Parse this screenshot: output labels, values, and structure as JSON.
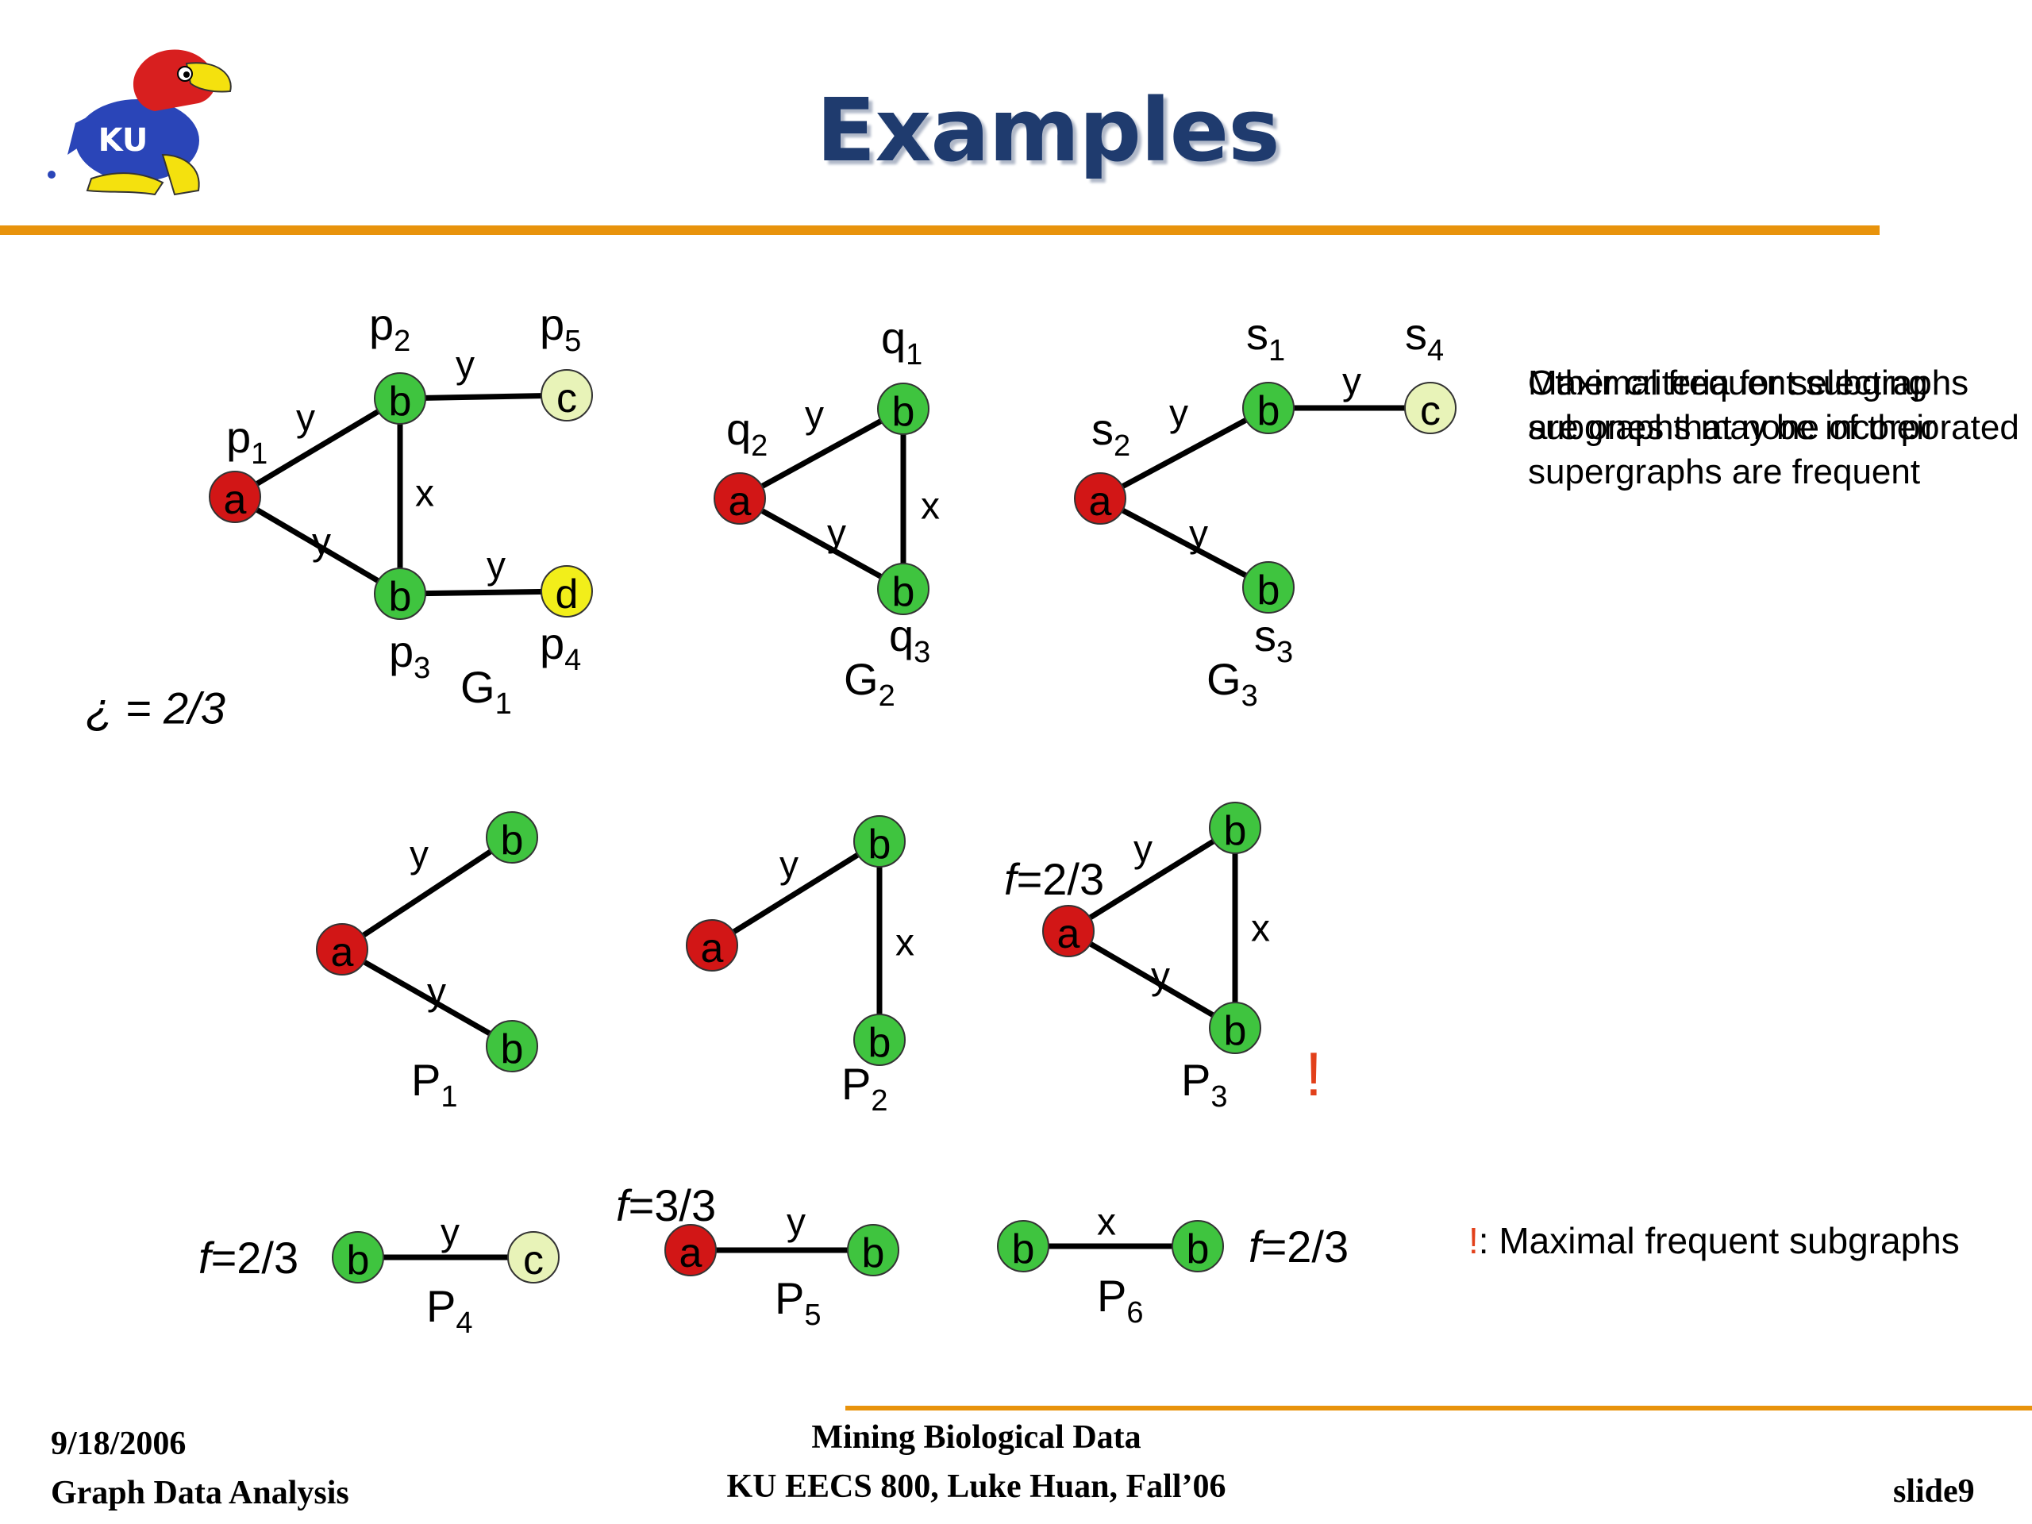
{
  "slide": {
    "title": "Examples",
    "logo_text": "KU",
    "threshold_label": "¿ = 2/3",
    "side_text_1": "Maximal frequent subgraphs are ones that none of their supergraphs are frequent",
    "side_text_2": "Other criteria for selecting subgraphs may be incorporated",
    "legend": {
      "mark": "!",
      "text": ": Maximal frequent subgraphs"
    },
    "maximal_mark": "!"
  },
  "footer": {
    "date": "9/18/2006",
    "course_name": "Graph Data Analysis",
    "center_line1": "Mining Biological Data",
    "center_line2": "KU EECS 800, Luke Huan, Fall’06",
    "slide_number": "slide9"
  },
  "colors": {
    "node_a": "#d21616",
    "node_b": "#3fc43f",
    "node_c": "#e8f3b8",
    "node_d": "#f2ee1a",
    "accent_rule": "#e8930c",
    "title": "#1f3b6e",
    "maximal_mark": "#e2401a"
  },
  "graphs": {
    "G1": {
      "name": "G",
      "name_sub": "1",
      "nodes": [
        {
          "id": "p1",
          "label": "a",
          "pname": "p",
          "psub": "1"
        },
        {
          "id": "p2",
          "label": "b",
          "pname": "p",
          "psub": "2"
        },
        {
          "id": "p3",
          "label": "b",
          "pname": "p",
          "psub": "3"
        },
        {
          "id": "p4",
          "label": "d",
          "pname": "p",
          "psub": "4"
        },
        {
          "id": "p5",
          "label": "c",
          "pname": "p",
          "psub": "5"
        }
      ],
      "edges": [
        {
          "from": "p1",
          "to": "p2",
          "label": "y"
        },
        {
          "from": "p1",
          "to": "p3",
          "label": "y"
        },
        {
          "from": "p2",
          "to": "p3",
          "label": "x"
        },
        {
          "from": "p2",
          "to": "p5",
          "label": "y"
        },
        {
          "from": "p3",
          "to": "p4",
          "label": "y"
        }
      ]
    },
    "G2": {
      "name": "G",
      "name_sub": "2",
      "nodes": [
        {
          "id": "q1",
          "label": "b",
          "pname": "q",
          "psub": "1"
        },
        {
          "id": "q2",
          "label": "a",
          "pname": "q",
          "psub": "2"
        },
        {
          "id": "q3",
          "label": "b",
          "pname": "q",
          "psub": "3"
        }
      ],
      "edges": [
        {
          "from": "q2",
          "to": "q1",
          "label": "y"
        },
        {
          "from": "q2",
          "to": "q3",
          "label": "y"
        },
        {
          "from": "q1",
          "to": "q3",
          "label": "x"
        }
      ]
    },
    "G3": {
      "name": "G",
      "name_sub": "3",
      "nodes": [
        {
          "id": "s1",
          "label": "b",
          "pname": "s",
          "psub": "1"
        },
        {
          "id": "s2",
          "label": "a",
          "pname": "s",
          "psub": "2"
        },
        {
          "id": "s3",
          "label": "b",
          "pname": "s",
          "psub": "3"
        },
        {
          "id": "s4",
          "label": "c",
          "pname": "s",
          "psub": "4"
        }
      ],
      "edges": [
        {
          "from": "s2",
          "to": "s1",
          "label": "y"
        },
        {
          "from": "s2",
          "to": "s3",
          "label": "y"
        },
        {
          "from": "s1",
          "to": "s4",
          "label": "y"
        }
      ]
    }
  },
  "patterns": {
    "P1": {
      "name": "P",
      "name_sub": "1",
      "freq": "",
      "maximal": false,
      "nodes": [
        {
          "id": "a",
          "label": "a"
        },
        {
          "id": "b1",
          "label": "b"
        },
        {
          "id": "b2",
          "label": "b"
        }
      ],
      "edges": [
        {
          "from": "a",
          "to": "b1",
          "label": "y"
        },
        {
          "from": "a",
          "to": "b2",
          "label": "y"
        }
      ]
    },
    "P2": {
      "name": "P",
      "name_sub": "2",
      "freq": "",
      "maximal": false,
      "nodes": [
        {
          "id": "a",
          "label": "a"
        },
        {
          "id": "b1",
          "label": "b"
        },
        {
          "id": "b2",
          "label": "b"
        }
      ],
      "edges": [
        {
          "from": "a",
          "to": "b1",
          "label": "y"
        },
        {
          "from": "b1",
          "to": "b2",
          "label": "x"
        }
      ]
    },
    "P3": {
      "name": "P",
      "name_sub": "3",
      "freq": "f=2/3",
      "maximal": true,
      "nodes": [
        {
          "id": "a",
          "label": "a"
        },
        {
          "id": "b1",
          "label": "b"
        },
        {
          "id": "b2",
          "label": "b"
        }
      ],
      "edges": [
        {
          "from": "a",
          "to": "b1",
          "label": "y"
        },
        {
          "from": "a",
          "to": "b2",
          "label": "y"
        },
        {
          "from": "b1",
          "to": "b2",
          "label": "x"
        }
      ]
    },
    "P4": {
      "name": "P",
      "name_sub": "4",
      "freq": "f=2/3",
      "maximal": false,
      "nodes": [
        {
          "id": "b",
          "label": "b"
        },
        {
          "id": "c",
          "label": "c"
        }
      ],
      "edges": [
        {
          "from": "b",
          "to": "c",
          "label": "y"
        }
      ]
    },
    "P5": {
      "name": "P",
      "name_sub": "5",
      "freq": "f=3/3",
      "maximal": false,
      "nodes": [
        {
          "id": "a",
          "label": "a"
        },
        {
          "id": "b",
          "label": "b"
        }
      ],
      "edges": [
        {
          "from": "a",
          "to": "b",
          "label": "y"
        }
      ]
    },
    "P6": {
      "name": "P",
      "name_sub": "6",
      "freq": "f=2/3",
      "maximal": false,
      "nodes": [
        {
          "id": "b1",
          "label": "b"
        },
        {
          "id": "b2",
          "label": "b"
        }
      ],
      "edges": [
        {
          "from": "b1",
          "to": "b2",
          "label": "x"
        }
      ]
    }
  }
}
